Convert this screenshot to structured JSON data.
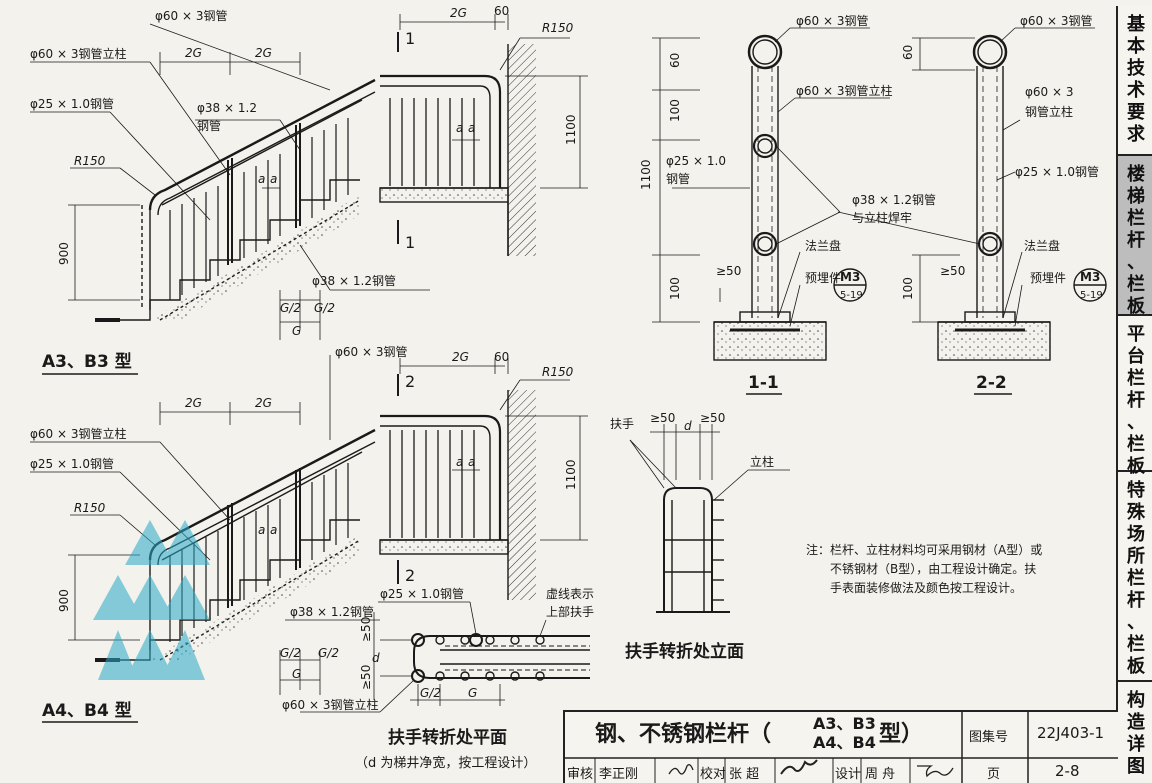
{
  "sidebar": {
    "items": [
      {
        "label": "基本技术要求",
        "active": false
      },
      {
        "label": "楼梯栏杆、栏板",
        "active": true
      },
      {
        "label": "平台栏杆、栏板",
        "active": false
      },
      {
        "label": "特殊场所栏杆、栏板",
        "active": false
      },
      {
        "label": "构造详图",
        "active": false
      }
    ]
  },
  "views": {
    "a3b3_label": "A3、B3 型",
    "a4b4_label": "A4、B4 型",
    "sec11_label": "1-1",
    "sec22_label": "2-2",
    "elev_title": "扶手转折处立面",
    "plan_title": "扶手转折处平面",
    "plan_note": "（d 为梯井净宽，按工程设计）",
    "cut1": "1",
    "cut2": "2"
  },
  "labels": {
    "post60": "φ60 × 3钢管立柱",
    "pipe60": "φ60 × 3钢管",
    "pipe25": "φ25 × 1.0钢管",
    "pipe38": "φ38 × 1.2钢管",
    "pipe38b": "φ38 × 1.2",
    "gangguan": "钢管",
    "r150": "R150",
    "d2g": "2G",
    "dg": "G",
    "dg2": "G/2",
    "d900": "900",
    "d1100": "1100",
    "d60": "60",
    "d100": "100",
    "dge50": "≥50",
    "da": "a",
    "dd": "d",
    "weld": "φ38 × 1.2钢管",
    "weld2": "与立柱焊牢",
    "flange": "法兰盘",
    "embed": "预埋件",
    "m3": "M3",
    "m3ref": "5-19",
    "pipe25a": "φ25 × 1.0",
    "post60a": "φ60 × 3",
    "post60b": "钢管立柱",
    "handrail": "扶手",
    "post": "立柱",
    "dashed1": "虚线表示",
    "dashed2": "上部扶手"
  },
  "note": {
    "lines": [
      "注：栏杆、立柱材料均可采用钢材（A型）或",
      "不锈钢材（B型），由工程设计确定。扶",
      "手表面装修做法及颜色按工程设计。"
    ]
  },
  "titleblock": {
    "title_main": "钢、不锈钢栏杆（",
    "title_types1": "A3、B3",
    "title_types2": "A4、B4",
    "title_suffix": "型）",
    "atlas_label": "图集号",
    "atlas_no": "22J403-1",
    "review_label": "审核",
    "reviewer": "李正刚",
    "check_label": "校对",
    "checker": "张 超",
    "design_label": "设计",
    "designer": "周 舟",
    "page_label": "页",
    "page_no": "2-8"
  },
  "colors": {
    "line": "#1a1a1a",
    "watermark": "#2aa9c9",
    "active_tab": "#bdbdbd"
  }
}
